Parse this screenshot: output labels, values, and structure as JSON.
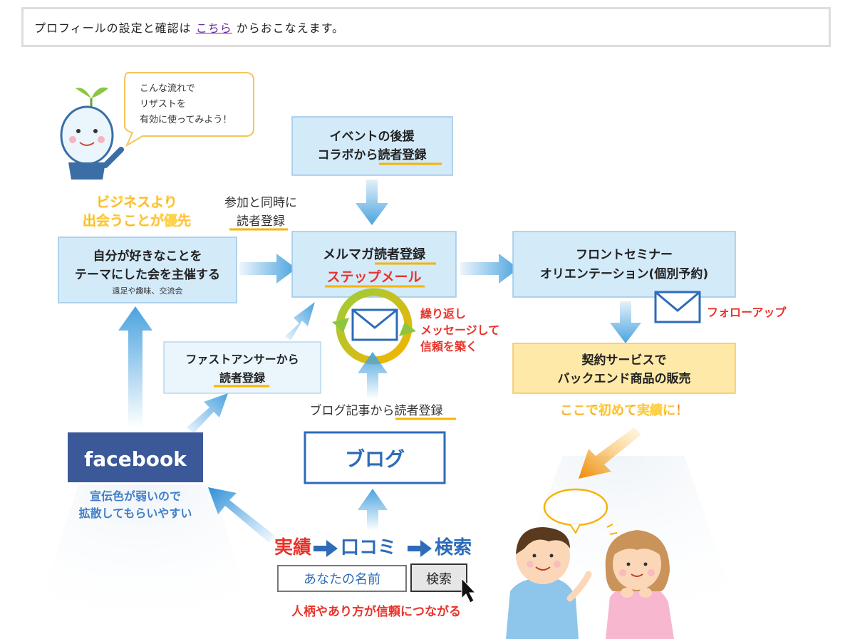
{
  "notice": {
    "before": "プロフィールの設定と確認は",
    "link": "こちら",
    "after": "からおこなえます。"
  },
  "diagram": {
    "mascot_bubble": [
      "こんな流れで",
      "リザストを",
      "有効に使ってみよう！"
    ],
    "business_first": [
      "ビジネスより",
      "出会うことが優先"
    ],
    "join_label": [
      "参加と同時に",
      "読者登録"
    ],
    "event_box": [
      "イベントの後援",
      "コラボから読者登録"
    ],
    "host_box": [
      "自分が好きなことを",
      "テーマにした会を主催する"
    ],
    "host_sub": "遠足や趣味、交流会",
    "mailmag_box": [
      "メルマガ読者登録",
      "ステップメール"
    ],
    "repeat_label": [
      "繰り返し",
      "メッセージして",
      "信頼を築く"
    ],
    "front_box": [
      "フロントセミナー",
      "オリエンテーション(個別予約)"
    ],
    "followup": "フォローアップ",
    "contract_box": [
      "契約サービスで",
      "バックエンド商品の販売"
    ],
    "first_result": "ここで初めて実績に！",
    "fastanswer_box": [
      "ファストアンサーから",
      "読者登録"
    ],
    "blog_label": "ブログ記事から読者登録",
    "blog_box": "ブログ",
    "facebook_logo": "facebook",
    "facebook_note": [
      "宣伝色が弱いので",
      "拡散してもらいやすい"
    ],
    "flow_line": [
      "実績",
      "口コミ",
      "検索"
    ],
    "search_input": "あなたの名前",
    "search_button": "検索",
    "trust_note": "人柄やあり方が信頼につながる",
    "colors": {
      "box_blue": "#d3eaf9",
      "arrow_blue": "#4aa3df",
      "red": "#e8332a",
      "orange": "#f39800",
      "navy": "#3b5998",
      "cream": "#ffe9a8"
    },
    "icons": [
      "mascot-icon",
      "envelope-icon",
      "cycle-arrows-icon",
      "cursor-icon",
      "boy-icon",
      "girl-icon",
      "speech-bubble-icon"
    ]
  }
}
